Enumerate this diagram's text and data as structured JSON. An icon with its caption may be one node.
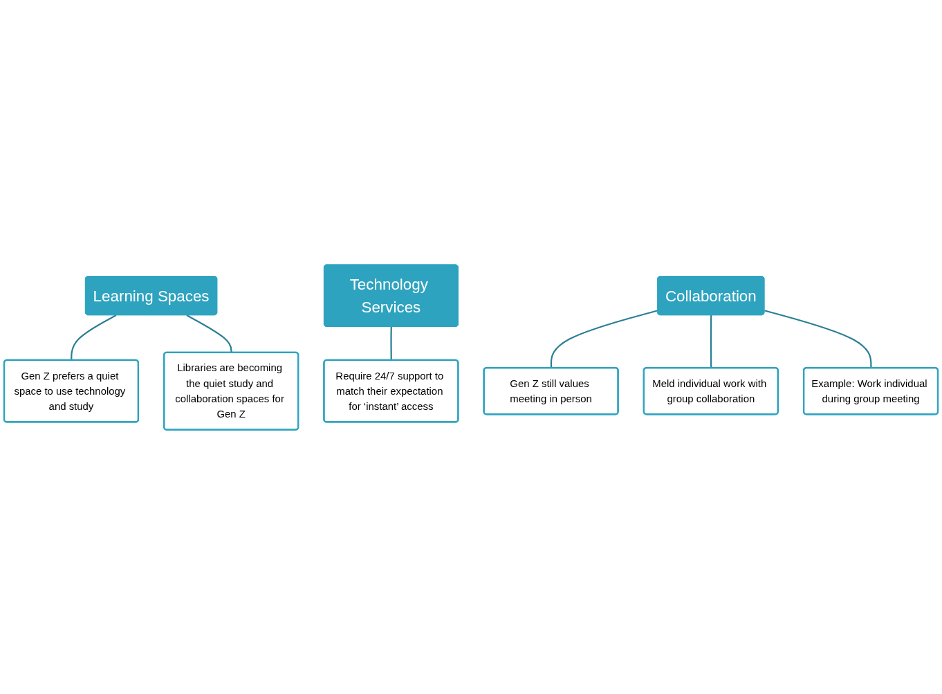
{
  "diagram": {
    "nodes": [
      {
        "text": [
          "Learning Spaces"
        ]
      },
      {
        "text": [
          "Gen Z prefers a quiet space to use technology and study"
        ]
      },
      {
        "text": [
          "Libraries are becoming the quiet study and collaboration spaces for Gen Z"
        ]
      },
      {
        "text": [
          "Technology Services"
        ]
      },
      {
        "text": [
          "Require 24/7 support to match their expectation for ‘instant’ access"
        ]
      },
      {
        "text": [
          "Collaboration"
        ]
      },
      {
        "text": [
          "Gen Z still values meeting in person"
        ]
      },
      {
        "text": [
          "Meld individual work with group collaboration"
        ]
      },
      {
        "text": [
          "Example: Work individual during group meeting"
        ]
      }
    ],
    "edges": [
      {
        "from": 0,
        "to": 1,
        "arrow": "none"
      },
      {
        "from": 0,
        "to": 2,
        "arrow": "none"
      },
      {
        "from": 3,
        "to": 4,
        "arrow": "none"
      },
      {
        "from": 5,
        "to": 6,
        "arrow": "none"
      },
      {
        "from": 5,
        "to": 7,
        "arrow": "none"
      },
      {
        "from": 5,
        "to": 8,
        "arrow": "none"
      }
    ]
  }
}
